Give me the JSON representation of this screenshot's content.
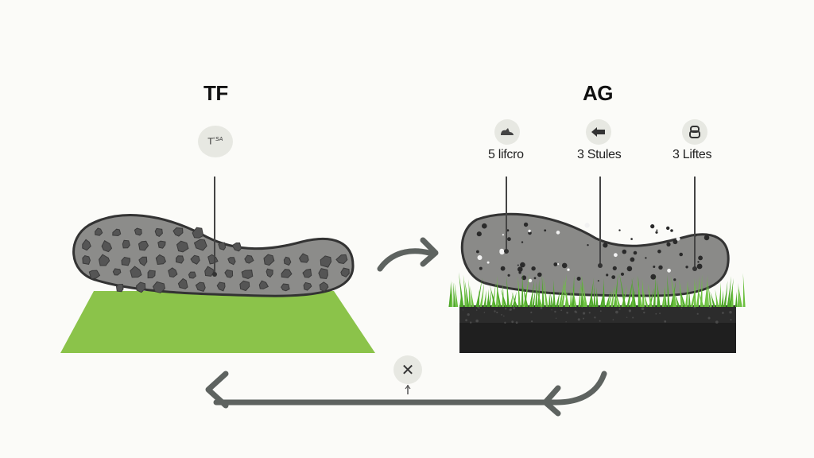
{
  "left_panel": {
    "title": "TF",
    "icon_text": "T",
    "icon_superscript": "ᵉSA"
  },
  "right_panel": {
    "title": "AG",
    "callouts": [
      {
        "icon": "shoe-icon",
        "label": "5 lifcro"
      },
      {
        "icon": "arrow-left-icon",
        "label": "3 Stules"
      },
      {
        "icon": "weight-icon",
        "label": "3 Liftes"
      }
    ]
  },
  "bottom_icon": "x-mark-icon",
  "colors": {
    "turf_green": "#8bc34a",
    "grass_green": "#5cb030",
    "sole_gray": "#8a8a88",
    "stud_gray": "#575757",
    "soil_black": "#1f1f1f",
    "arrow_gray": "#5e6360"
  }
}
